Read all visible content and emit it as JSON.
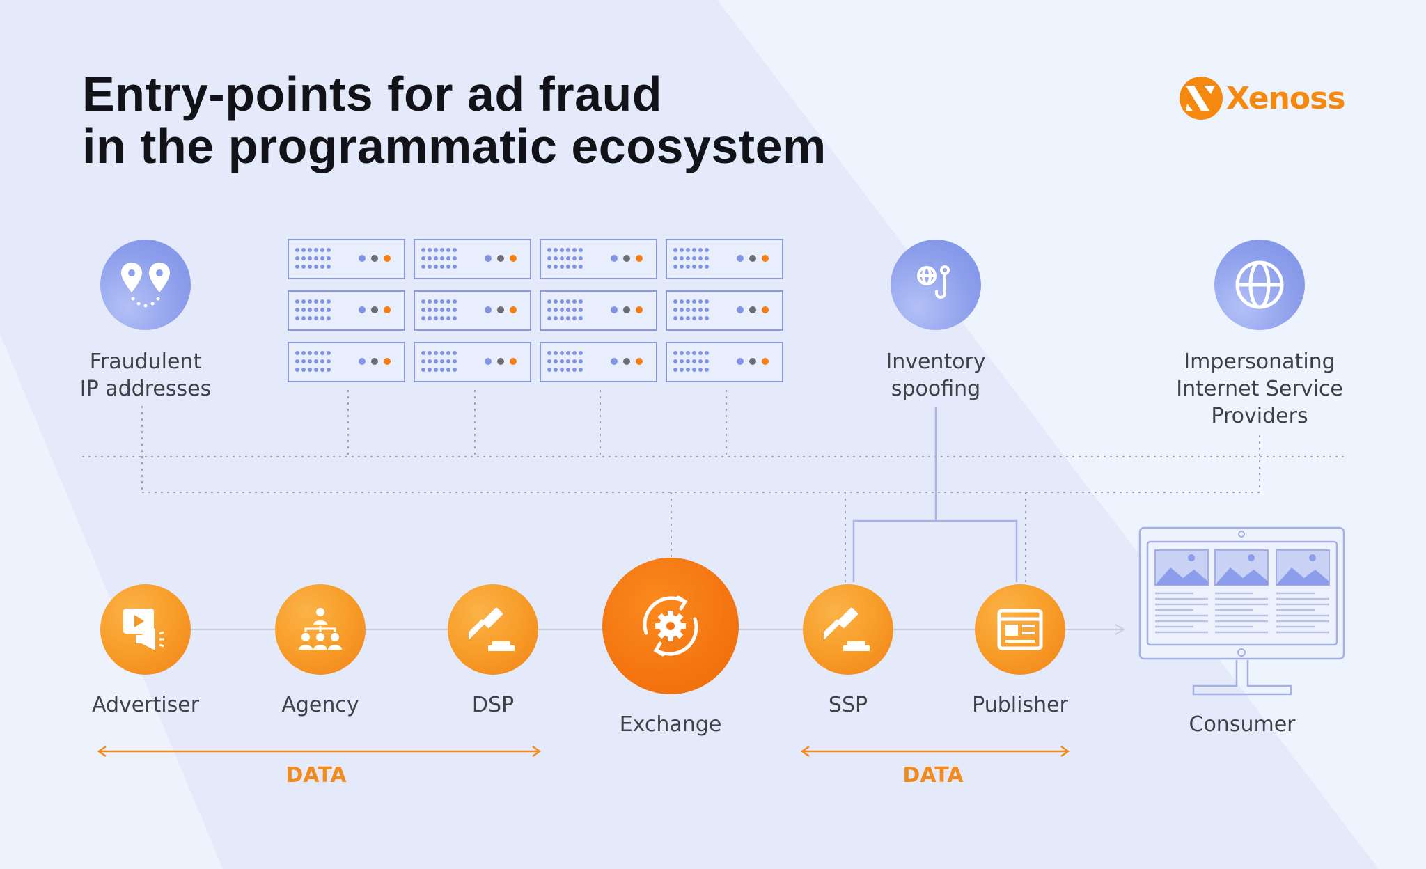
{
  "title": {
    "line1": "Entry-points for ad fraud",
    "line2": "in the programmatic ecosystem"
  },
  "logo": {
    "text": "Xenoss",
    "color": "#f5890f"
  },
  "colors": {
    "orange": "#f7931e",
    "purple": "#8c9eeb",
    "server_border": "#8b9bd9",
    "text": "#3f4147"
  },
  "threats": [
    {
      "label_lines": [
        "Fraudulent",
        "IP addresses"
      ],
      "icon": "location-pins-icon"
    },
    {
      "label_lines": [
        "Inventory",
        "spoofing"
      ],
      "icon": "globe-hook-icon"
    },
    {
      "label_lines": [
        "Impersonating",
        "Internet Service",
        "Providers"
      ],
      "icon": "globe-icon"
    }
  ],
  "chain": [
    {
      "label": "Advertiser",
      "icon": "video-ad-icon"
    },
    {
      "label": "Agency",
      "icon": "org-chart-icon"
    },
    {
      "label": "DSP",
      "icon": "gavel-icon"
    },
    {
      "label": "Exchange",
      "icon": "gear-cycle-icon"
    },
    {
      "label": "SSP",
      "icon": "gavel-icon"
    },
    {
      "label": "Publisher",
      "icon": "webpage-icon"
    },
    {
      "label": "Consumer",
      "icon": "monitor-icon"
    }
  ],
  "data_labels": [
    "DATA",
    "DATA"
  ]
}
